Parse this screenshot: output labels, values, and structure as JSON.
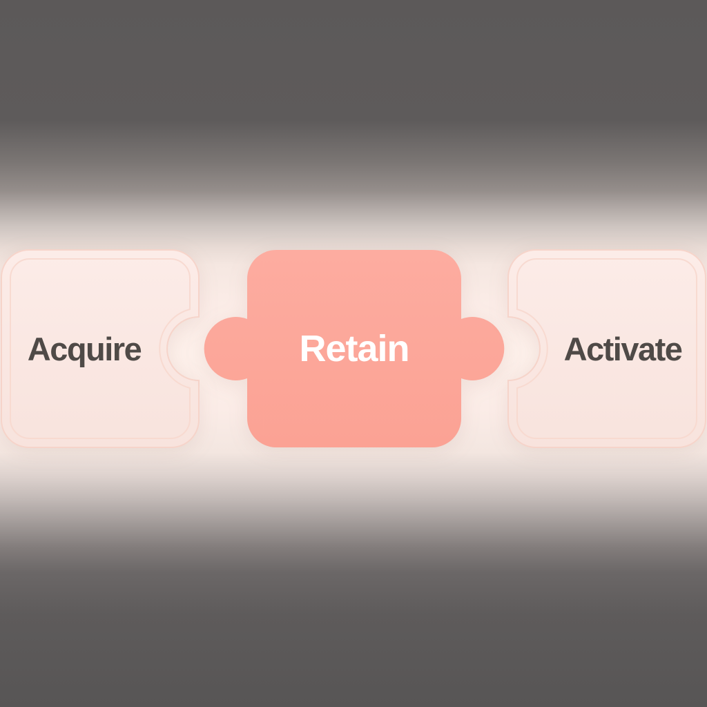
{
  "diagram": {
    "type": "puzzle-flow",
    "pieces": [
      {
        "id": "acquire",
        "label": "Acquire",
        "position": "left",
        "fill": "#fbe9e4",
        "text_color": "#4f4a47"
      },
      {
        "id": "retain",
        "label": "Retain",
        "position": "center",
        "fill": "#fca99c",
        "text_color": "#ffffff"
      },
      {
        "id": "activate",
        "label": "Activate",
        "position": "right",
        "fill": "#fbe9e4",
        "text_color": "#4f4a47"
      }
    ],
    "colors": {
      "center_piece_fill": "#fca99c",
      "side_piece_fill": "#fbe9e4",
      "side_piece_border": "#f6d4ca",
      "side_label_text": "#4f4a47",
      "center_label_text": "#ffffff",
      "background_top": "#5c5959",
      "background_middle": "#fdf0ea",
      "background_bottom": "#575555"
    }
  }
}
